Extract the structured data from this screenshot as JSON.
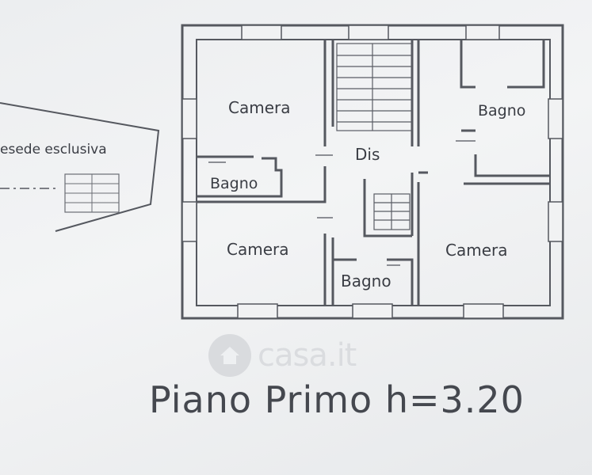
{
  "plan": {
    "rooms": {
      "camera_top_left": "Camera",
      "bagno_left": "Bagno",
      "camera_bottom_left": "Camera",
      "bagno_center": "Bagno",
      "camera_right": "Camera",
      "bagno_top_right": "Bagno",
      "dis": "Dis"
    },
    "terrace_label": "esede esclusiva"
  },
  "watermark": {
    "brand": "casa.it"
  },
  "caption": "Piano Primo h=3.20",
  "colors": {
    "line": "#55585f",
    "text": "#3a3d44",
    "background": "#eceef0",
    "watermark": "#d4d6da"
  }
}
